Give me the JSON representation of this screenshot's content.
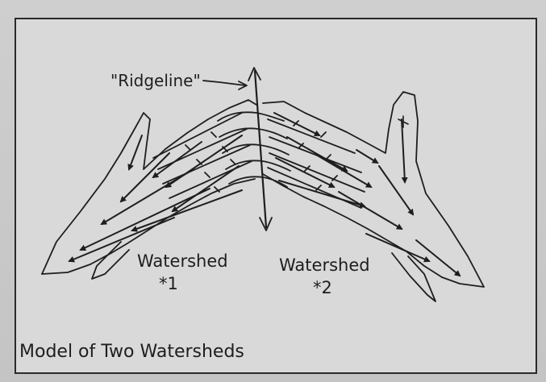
{
  "labels": {
    "ridgeline": "\"Ridgeline\"",
    "watershed_1_title": "Watershed",
    "watershed_1_number": "*1",
    "watershed_2_title": "Watershed",
    "watershed_2_number": "*2",
    "caption": "Model of Two Watersheds"
  },
  "colors": {
    "ink": "#1e1e1e",
    "paper": "#d9d9d9",
    "background": "#cfcfcf"
  }
}
